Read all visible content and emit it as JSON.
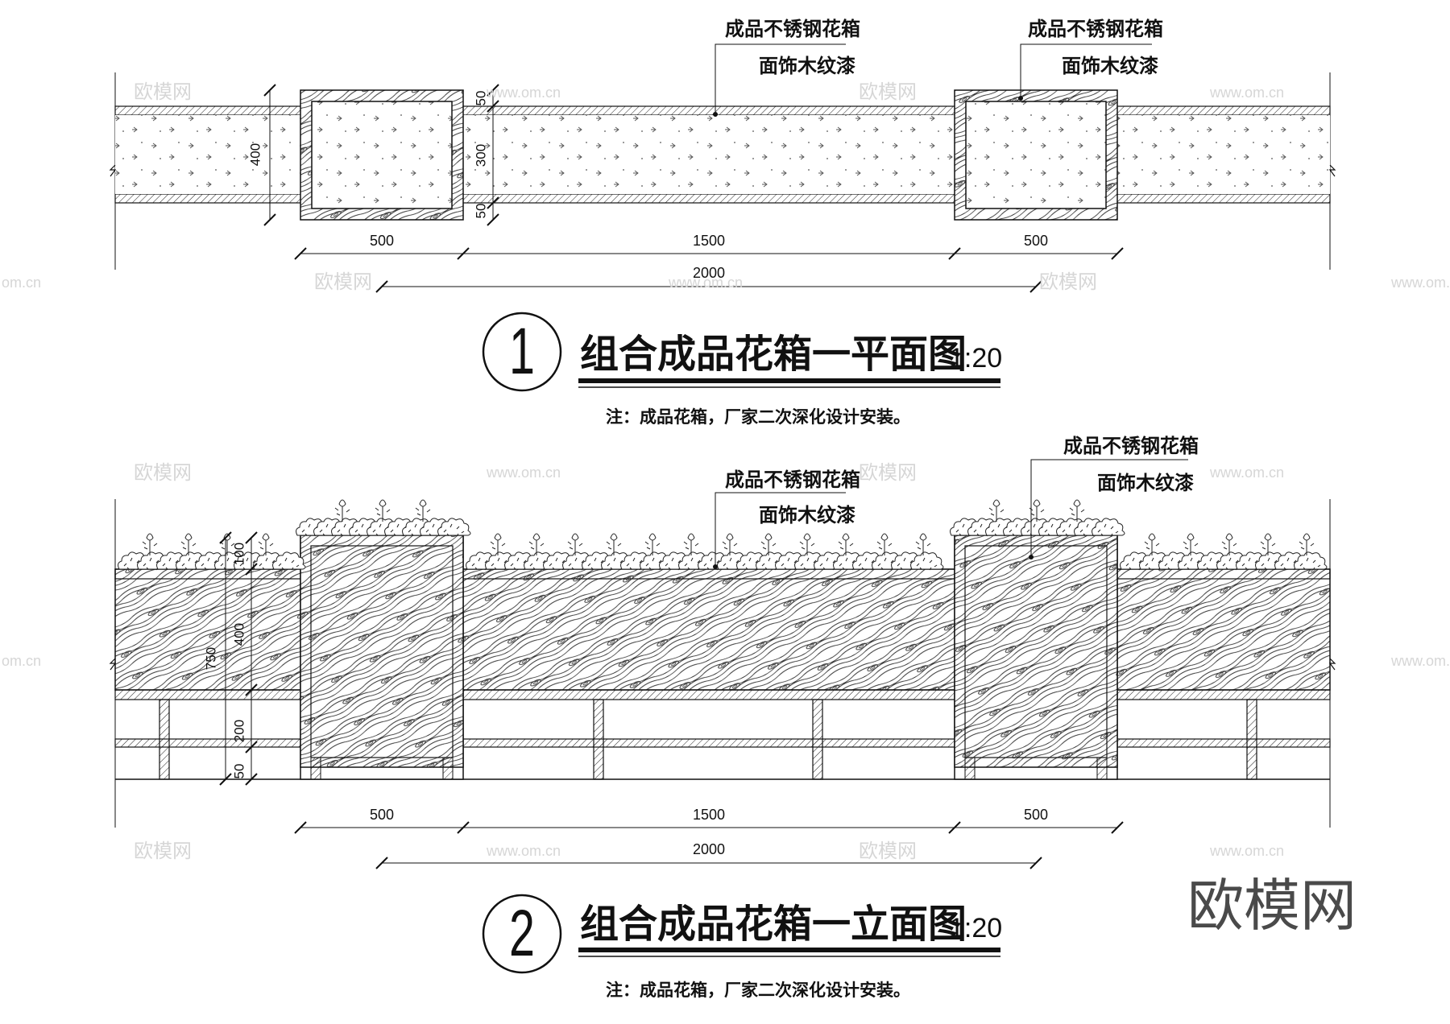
{
  "plan": {
    "callout_1": {
      "line1": "成品不锈钢花箱",
      "line2": "面饰木纹漆"
    },
    "callout_2": {
      "line1": "成品不锈钢花箱",
      "line2": "面饰木纹漆"
    },
    "dims_h": {
      "d1": "500",
      "d2": "1500",
      "d3": "500",
      "total": "2000"
    },
    "dims_v": {
      "height": "400",
      "top": "50",
      "mid": "300",
      "bottom": "50"
    },
    "title": {
      "number": "1",
      "text": "组合成品花箱一平面图",
      "scale": "1:20"
    },
    "note": "注：成品花箱，厂家二次深化设计安装。"
  },
  "elevation": {
    "callout_1": {
      "line1": "成品不锈钢花箱",
      "line2": "面饰木纹漆"
    },
    "callout_2": {
      "line1": "成品不锈钢花箱",
      "line2": "面饰木纹漆"
    },
    "dims_h": {
      "d1": "500",
      "d2": "1500",
      "d3": "500",
      "total": "2000"
    },
    "dims_v": {
      "total": "750",
      "top": "100",
      "mid": "400",
      "lower": "200",
      "bottom": "50"
    },
    "title": {
      "number": "2",
      "text": "组合成品花箱一立面图",
      "scale": "1:20"
    },
    "note": "注：成品花箱，厂家二次深化设计安装。"
  },
  "watermark": {
    "brand": "欧模网",
    "url": "www.om.cn",
    "url_short": "om.cn"
  },
  "logo": "欧模网"
}
